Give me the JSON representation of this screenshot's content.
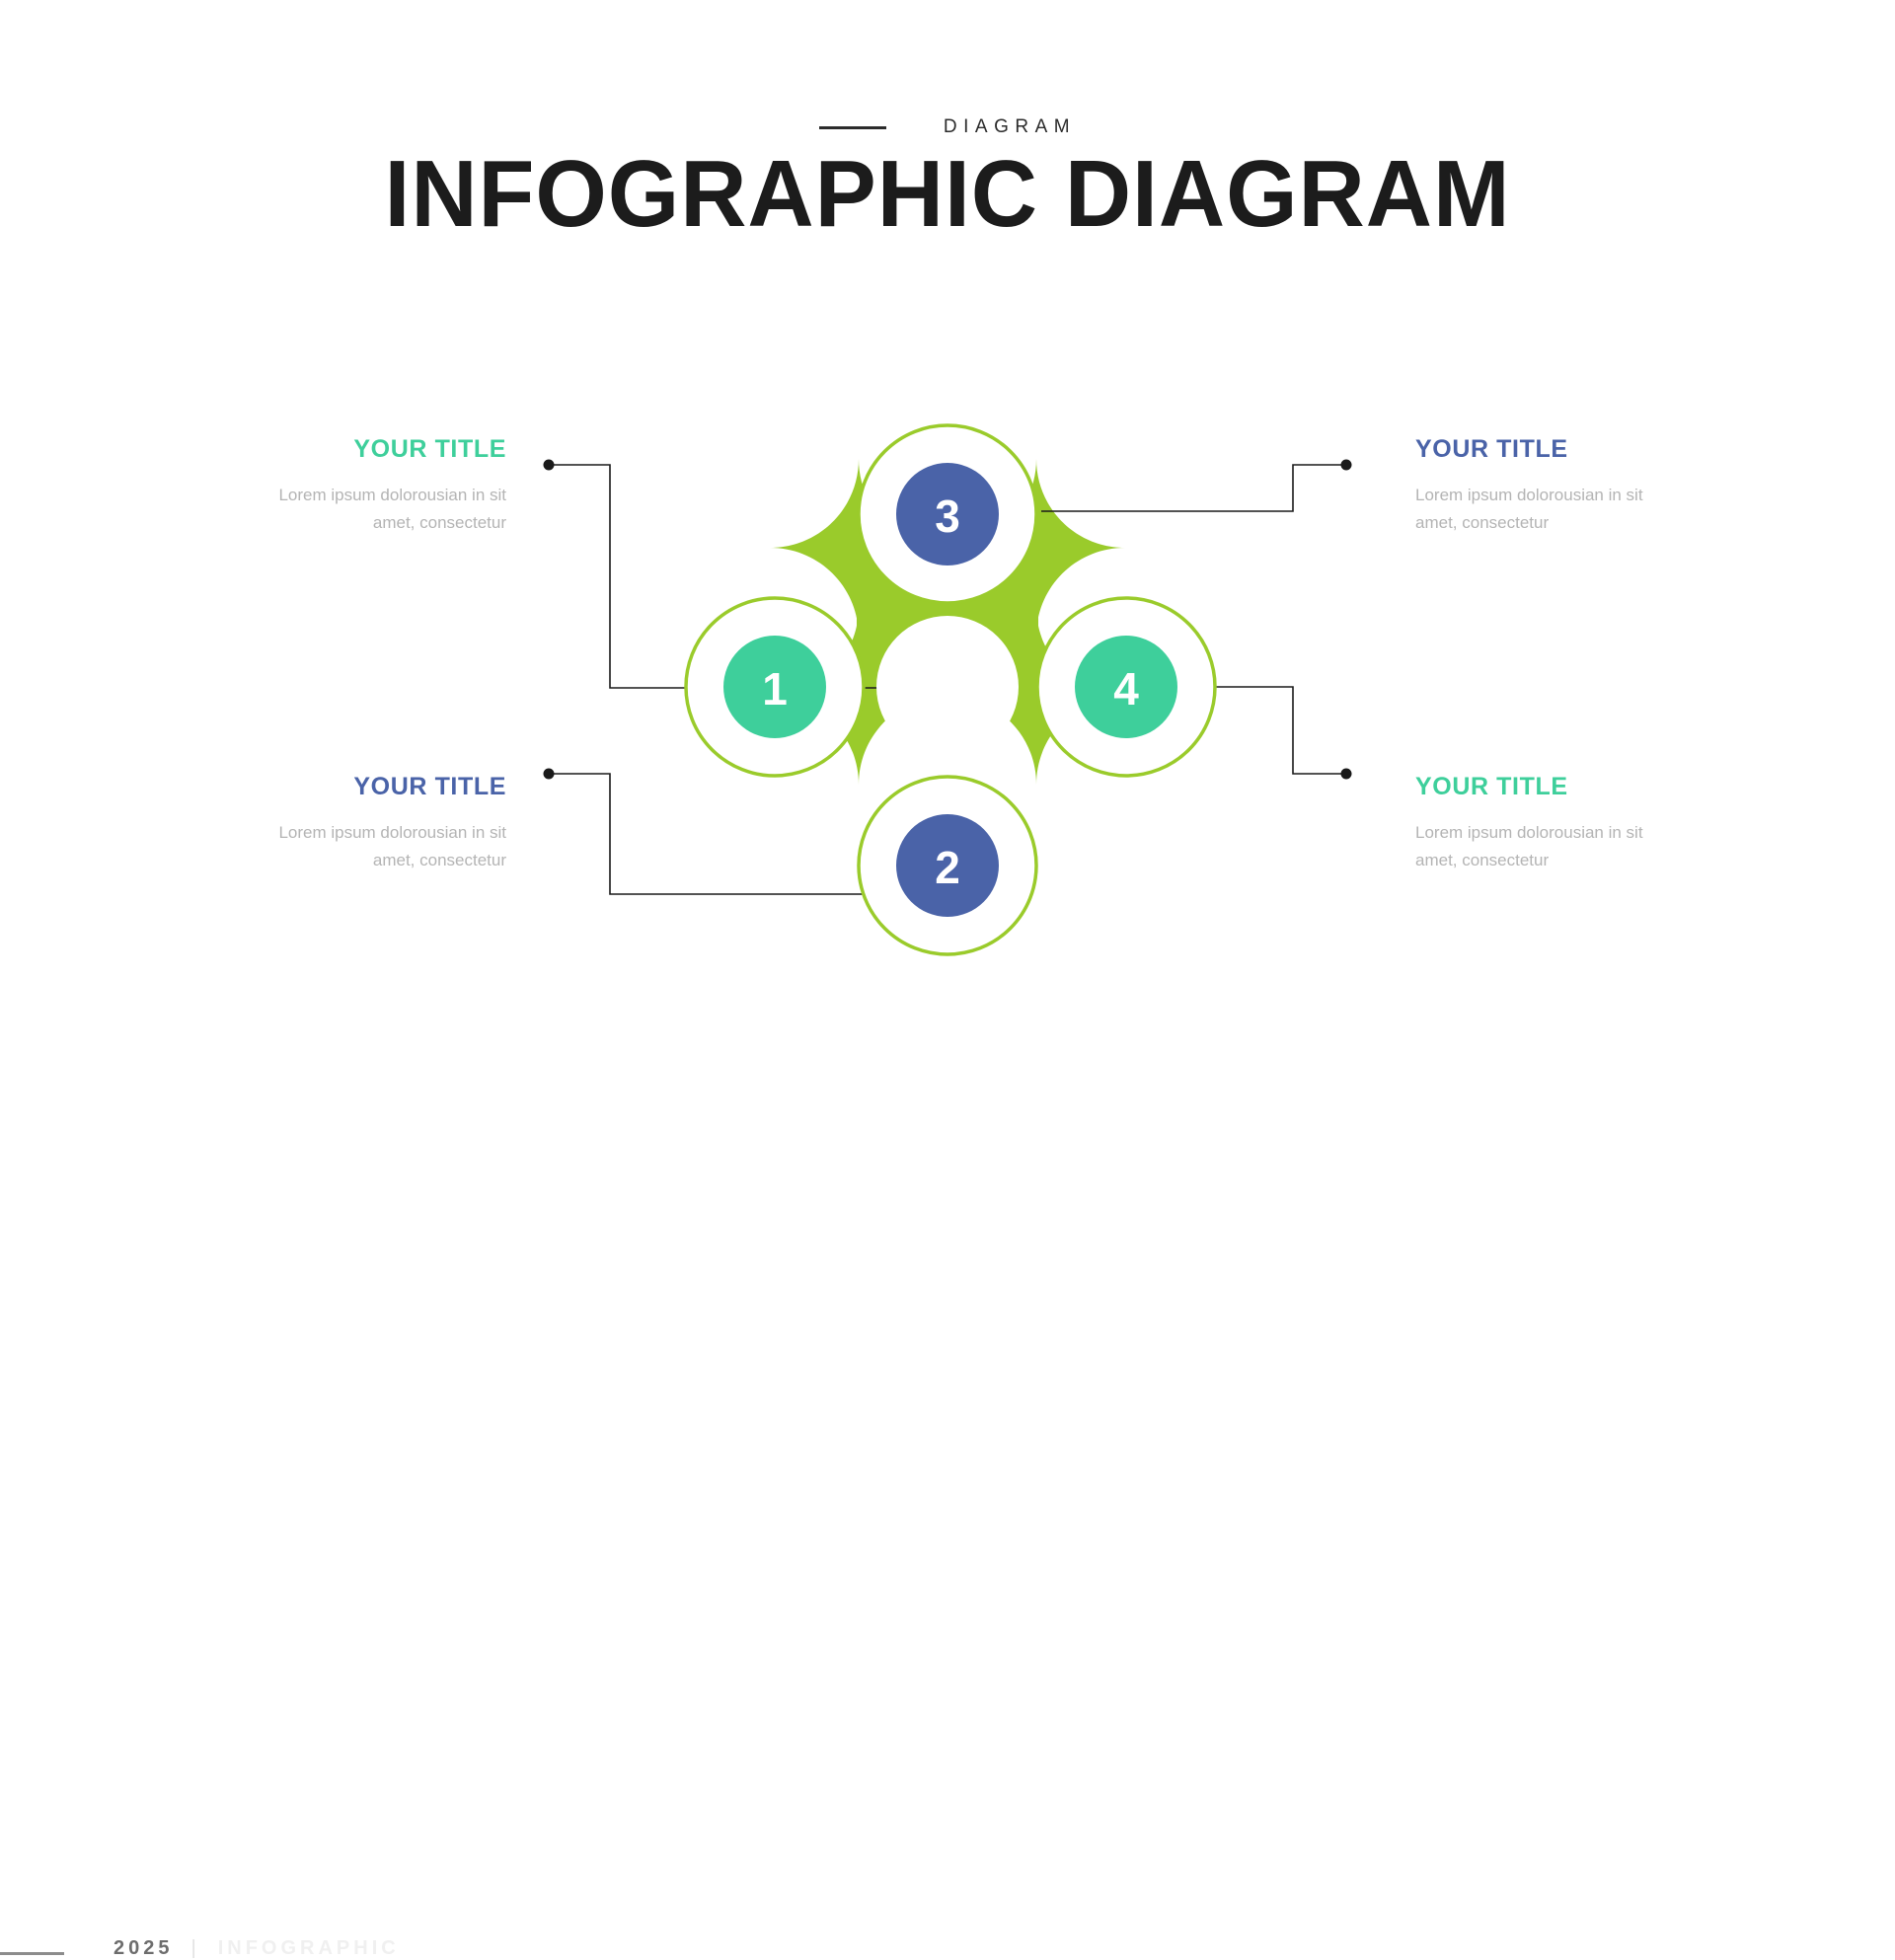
{
  "header": {
    "eyebrow": "DIAGRAM",
    "title": "INFOGRAPHIC DIAGRAM",
    "rule_icon": "horizontal-rule-icon"
  },
  "colors": {
    "lime": "#9ACB2B",
    "teal": "#3ECF9B",
    "blue": "#4A63A8",
    "white": "#FFFFFF",
    "body_text": "#B4B4B4",
    "title_text": "#1C1C1C",
    "connector": "#1A1A1A"
  },
  "diagram": {
    "type": "four-node-quatrefoil",
    "center_node": {
      "name": "center-hub",
      "fill": "#FFFFFF"
    },
    "nodes": [
      {
        "id": "node-1",
        "number": "1",
        "position": "left",
        "inner_color": "#3ECF9B",
        "ring_color": "#9ACB2B"
      },
      {
        "id": "node-2",
        "number": "2",
        "position": "bottom",
        "inner_color": "#4A63A8",
        "ring_color": "#9ACB2B"
      },
      {
        "id": "node-3",
        "number": "3",
        "position": "top",
        "inner_color": "#4A63A8",
        "ring_color": "#9ACB2B"
      },
      {
        "id": "node-4",
        "number": "4",
        "position": "right",
        "inner_color": "#3ECF9B",
        "ring_color": "#9ACB2B"
      }
    ]
  },
  "labels": {
    "top_left": {
      "title": "YOUR TITLE",
      "color": "#3ECF9B",
      "body": "Lorem ipsum dolorousian in sit amet, consectetur",
      "connects_to": "node-3"
    },
    "bottom_left": {
      "title": "YOUR TITLE",
      "color": "#4A63A8",
      "body": "Lorem ipsum dolorousian in sit amet, consectetur",
      "connects_to": "node-2"
    },
    "top_right": {
      "title": "YOUR TITLE",
      "color": "#4A63A8",
      "body": "Lorem ipsum dolorousian in sit amet, consectetur",
      "connects_to": "node-3"
    },
    "bottom_right": {
      "title": "YOUR TITLE",
      "color": "#3ECF9B",
      "body": "Lorem ipsum dolorousian in sit amet, consectetur",
      "connects_to": "node-4"
    }
  },
  "footer": {
    "year": "2025",
    "separator": "|",
    "name": "INFOGRAPHIC",
    "rule_icon": "horizontal-rule-icon"
  }
}
